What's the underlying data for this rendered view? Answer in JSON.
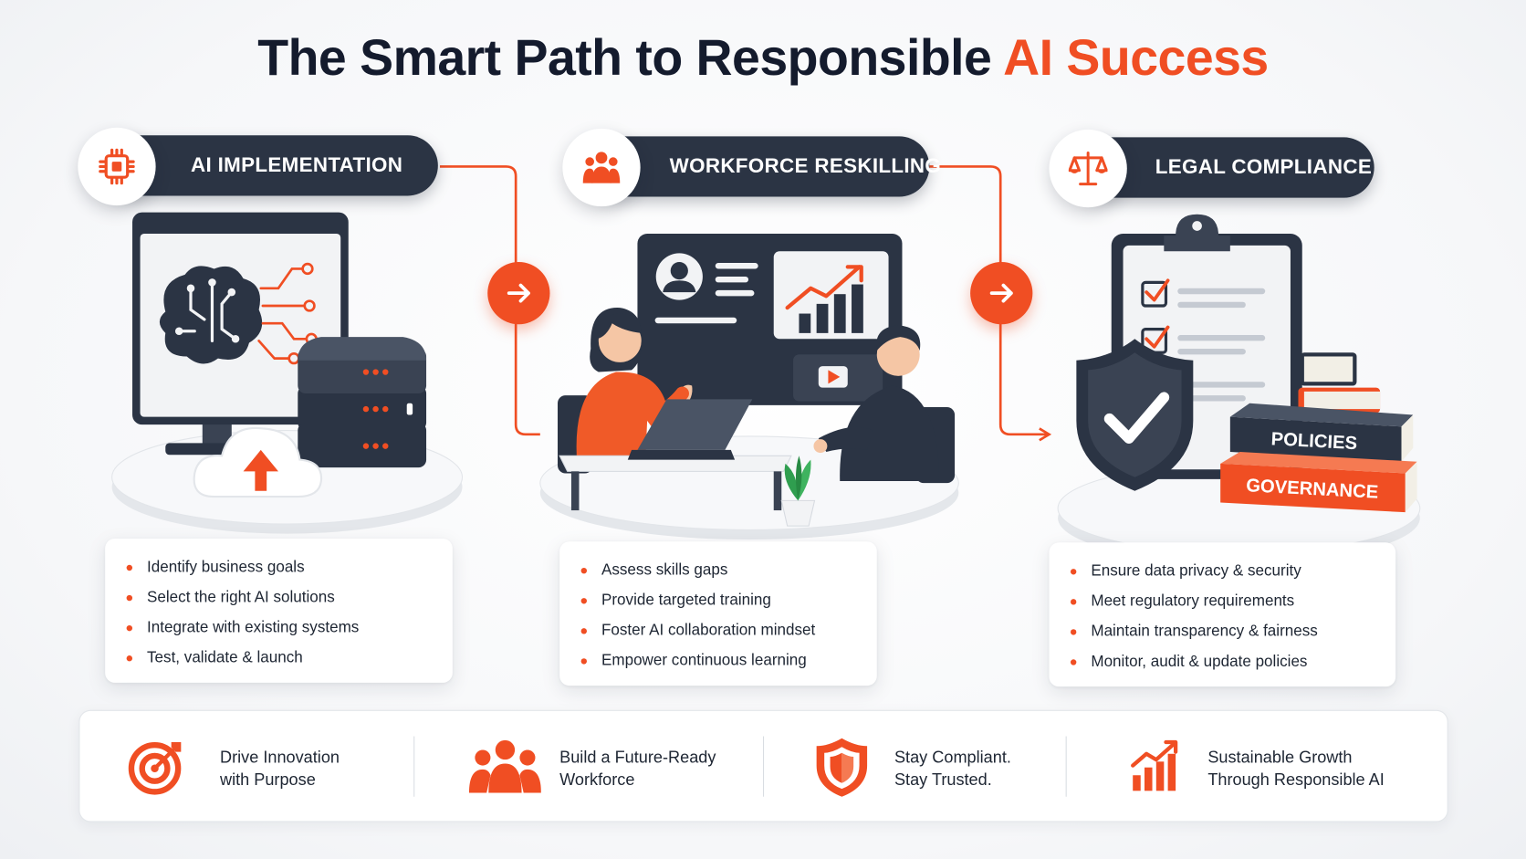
{
  "title": {
    "prefix": "The Smart Path to Responsible ",
    "accent": "AI Success"
  },
  "colors": {
    "accent": "#f04e23",
    "dark": "#2b3444",
    "text": "#1e2633"
  },
  "steps": [
    {
      "label": "AI IMPLEMENTATION",
      "icon": "chip-icon",
      "bullets": [
        "Identify business goals",
        "Select the right AI solutions",
        "Integrate with existing systems",
        "Test, validate & launch"
      ]
    },
    {
      "label": "WORKFORCE RESKILLING",
      "icon": "people-icon",
      "bullets": [
        "Assess skills gaps",
        "Provide targeted training",
        "Foster AI collaboration mindset",
        "Empower continuous learning"
      ]
    },
    {
      "label": "LEGAL COMPLIANCE",
      "icon": "scales-icon",
      "bullets": [
        "Ensure data privacy & security",
        "Meet regulatory requirements",
        "Maintain transparency & fairness",
        "Monitor, audit & update policies"
      ]
    }
  ],
  "illustrations": {
    "book_top": "POLICIES",
    "book_bottom": "GOVERNANCE"
  },
  "benefits": [
    {
      "icon": "target-icon",
      "line1": "Drive Innovation",
      "line2": "with Purpose"
    },
    {
      "icon": "team-icon",
      "line1": "Build a Future-Ready",
      "line2": "Workforce"
    },
    {
      "icon": "shield-icon",
      "line1": "Stay Compliant.",
      "line2": "Stay Trusted."
    },
    {
      "icon": "growth-chart-icon",
      "line1": "Sustainable Growth",
      "line2": "Through Responsible AI"
    }
  ]
}
